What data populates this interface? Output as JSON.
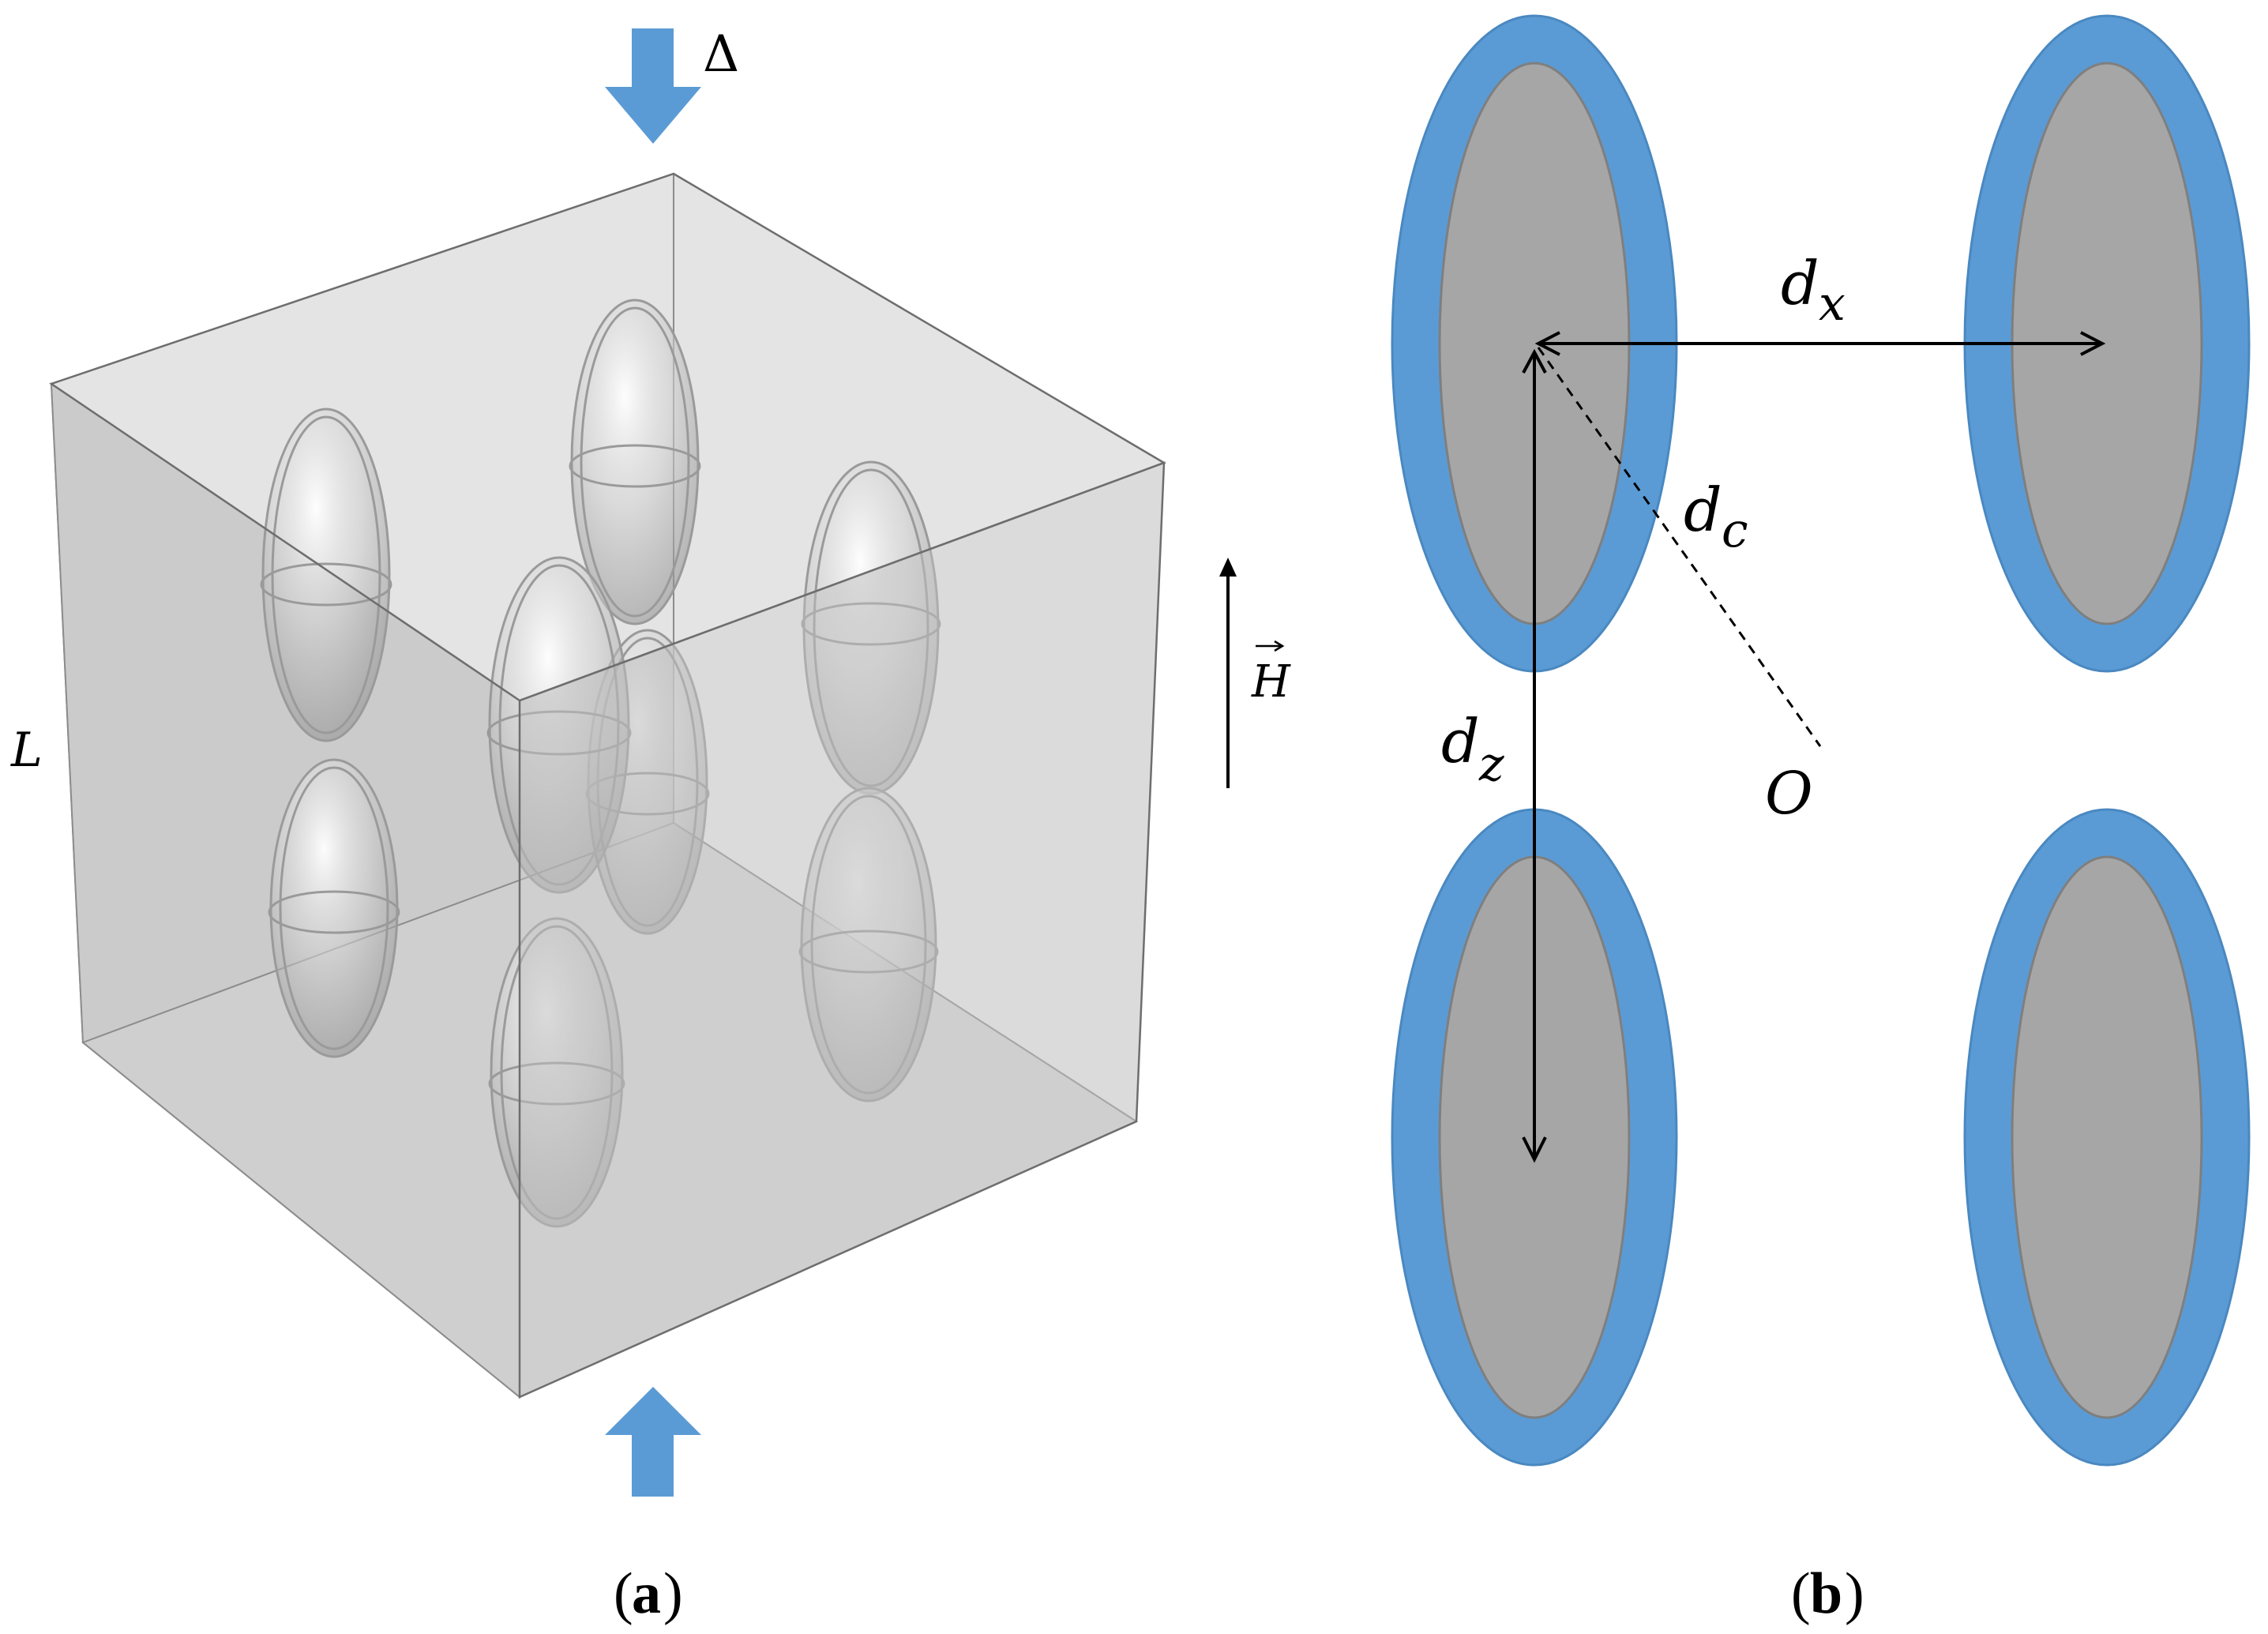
{
  "panel_a": {
    "caption_letter": "a",
    "label_delta": "Δ",
    "label_L": "L",
    "label_H": "H",
    "arrow_color": "#5b9bd5"
  },
  "panel_b": {
    "caption_letter": "b",
    "label_dx_main": "d",
    "label_dx_sub": "x",
    "label_dz_main": "d",
    "label_dz_sub": "z",
    "label_dc_main": "d",
    "label_dc_sub": "c",
    "label_O": "O",
    "shell_color": "#5b9bd5",
    "core_color": "#a6a6a6"
  }
}
